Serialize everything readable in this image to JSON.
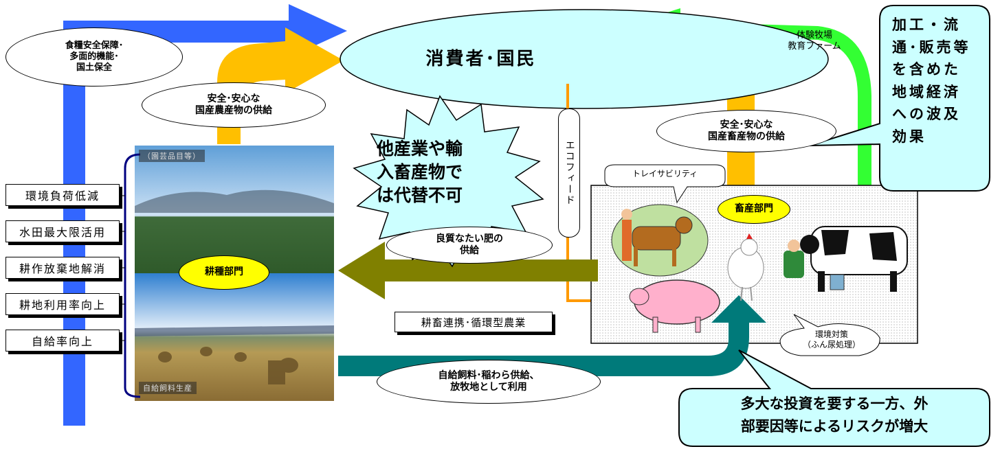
{
  "consumers": {
    "label": "消費者･国民"
  },
  "food_security": {
    "lines": [
      "食糧安全保障･",
      "多面的機能･",
      "国土保全"
    ]
  },
  "safe_crops": {
    "lines": [
      "安全･安心な",
      "国産農産物の供給"
    ]
  },
  "safe_livestock": {
    "lines": [
      "安全･安心な",
      "国産畜産物の供給"
    ]
  },
  "irreplaceable": {
    "lines": [
      "他産業や輸",
      "入畜産物で",
      "は代替不可"
    ]
  },
  "eco_feed": {
    "label": "エコフィード"
  },
  "experience_farm": {
    "lines": [
      "体験牧場",
      "教育ファーム"
    ]
  },
  "regional_economy": {
    "lines": [
      "加工・流",
      "通･販売等",
      "を含めた",
      "地域経済",
      "への波及",
      "効果"
    ]
  },
  "traceability": {
    "label": "トレイサビリティ"
  },
  "livestock_dept": {
    "label": "畜産部門"
  },
  "crop_dept": {
    "label": "耕種部門"
  },
  "manure_supply": {
    "lines": [
      "良質なたい肥の",
      "供給"
    ]
  },
  "crop_livestock_link": {
    "label": "耕畜連携･循環型農業"
  },
  "feed_supply": {
    "lines": [
      "自給飼料･稲わら供給、",
      "放牧地として利用"
    ]
  },
  "environment_measures": {
    "lines": [
      "環境対策",
      "（ふん尿処理）"
    ]
  },
  "risk": {
    "lines": [
      "多大な投資を要する一方、外",
      "部要因等によるリスクが増大"
    ]
  },
  "photo_captions": {
    "top": "（園芸品目等）",
    "bottom": "自給飼料生産"
  },
  "left_items": [
    "環境負荷低減",
    "水田最大限活用",
    "耕作放棄地解消",
    "耕地利用率向上",
    "自給率向上"
  ],
  "colors": {
    "blue_arrow": "#3366ff",
    "orange_arrow": "#ffbf00",
    "green_arrow": "#33ff33",
    "olive_arrow": "#808000",
    "teal_arrow": "#007a7a",
    "consumer_ellipse": "#ccffff",
    "callout": "#ccffff",
    "dept_label": "#ffff00"
  }
}
